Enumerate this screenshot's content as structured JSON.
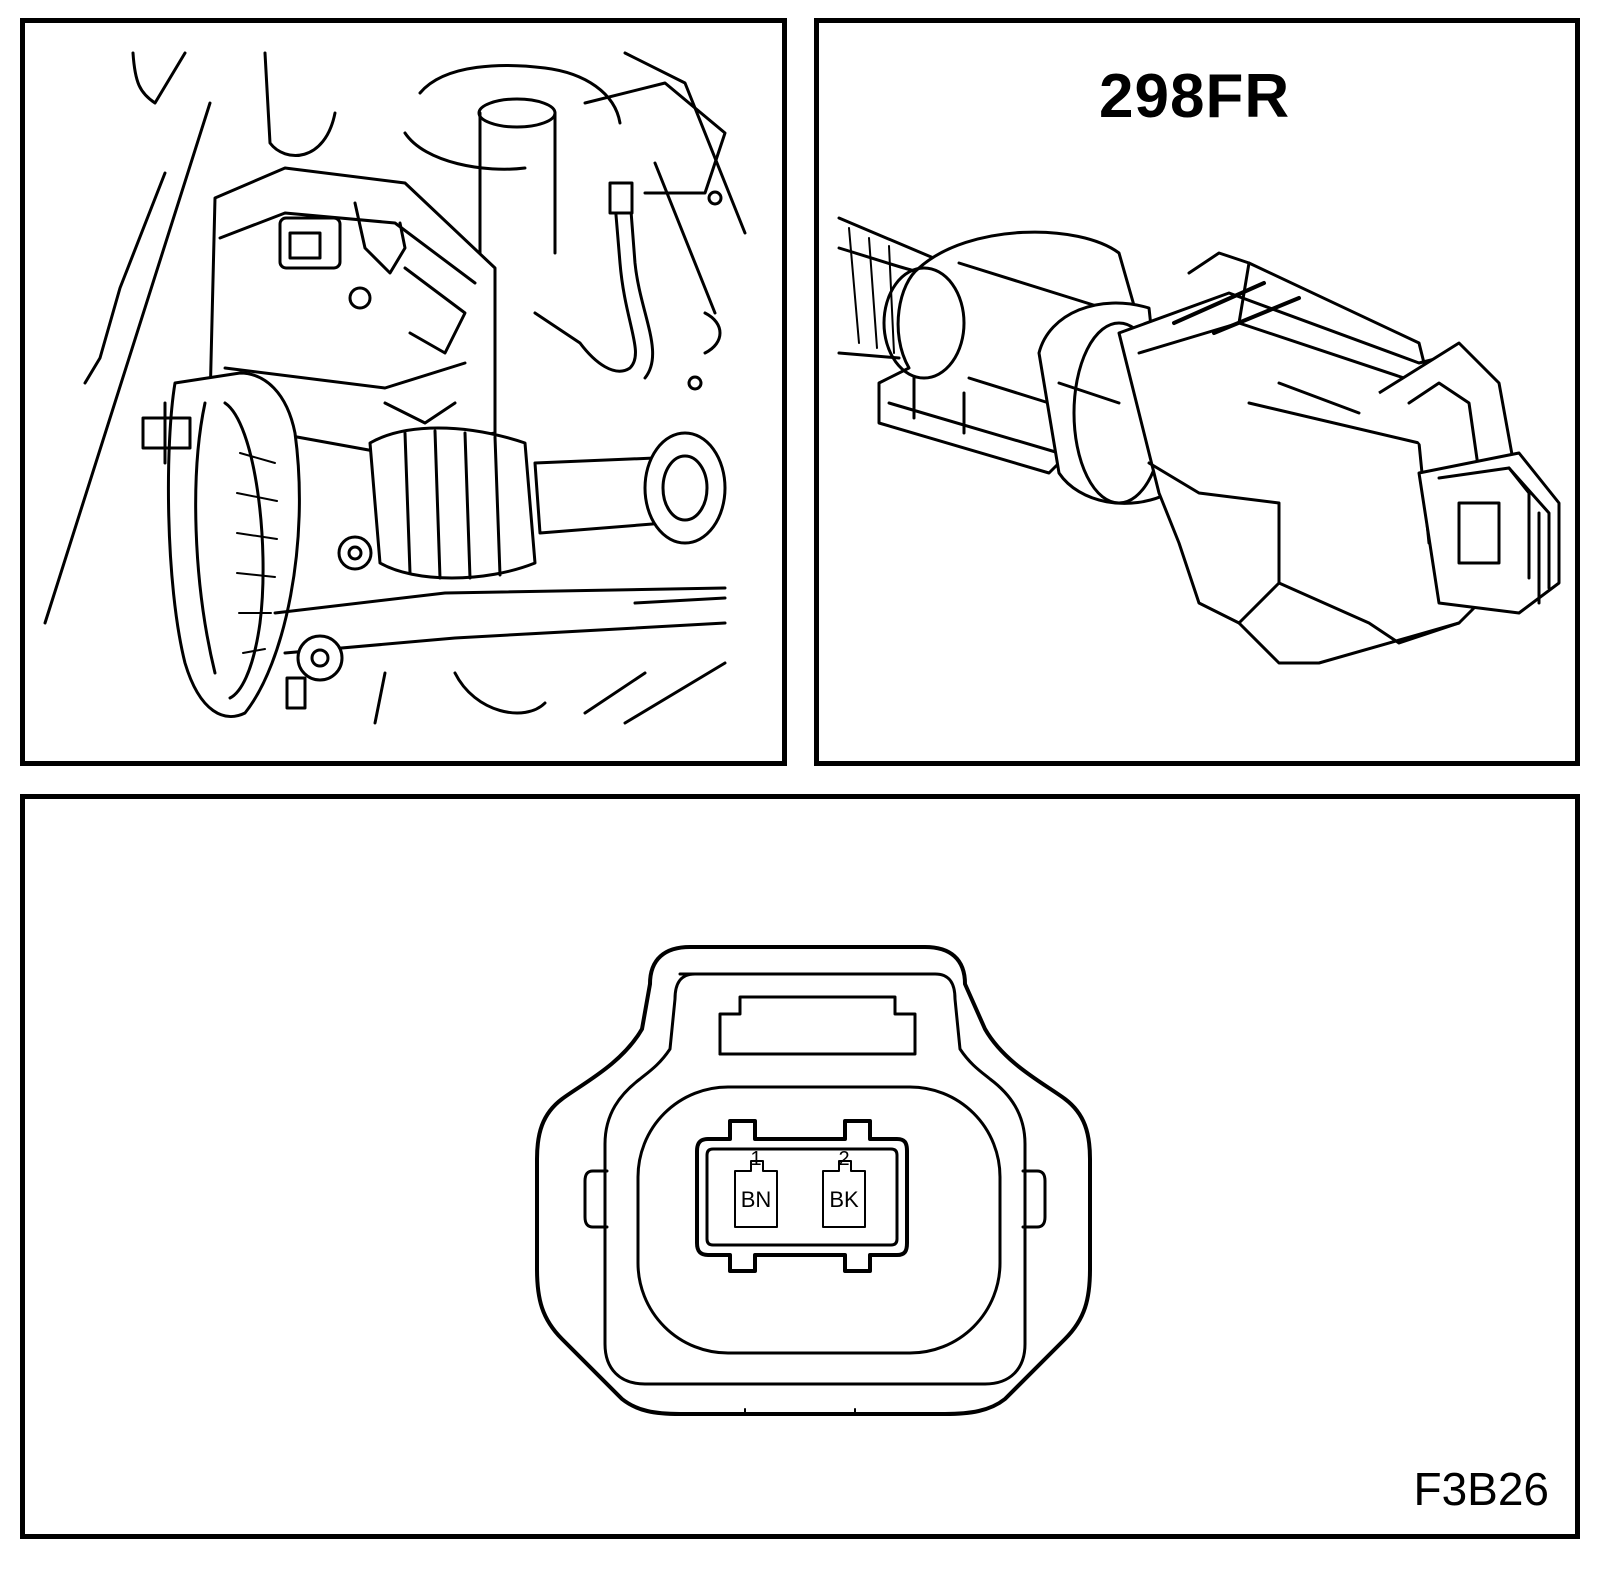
{
  "panels": {
    "wheel_view": {},
    "connector_photo": {
      "part_number": "298FR"
    },
    "pinout": {
      "figure_code": "F3B26",
      "pins": [
        {
          "number": "1",
          "wire_color": "BN"
        },
        {
          "number": "2",
          "wire_color": "BK"
        }
      ]
    }
  }
}
